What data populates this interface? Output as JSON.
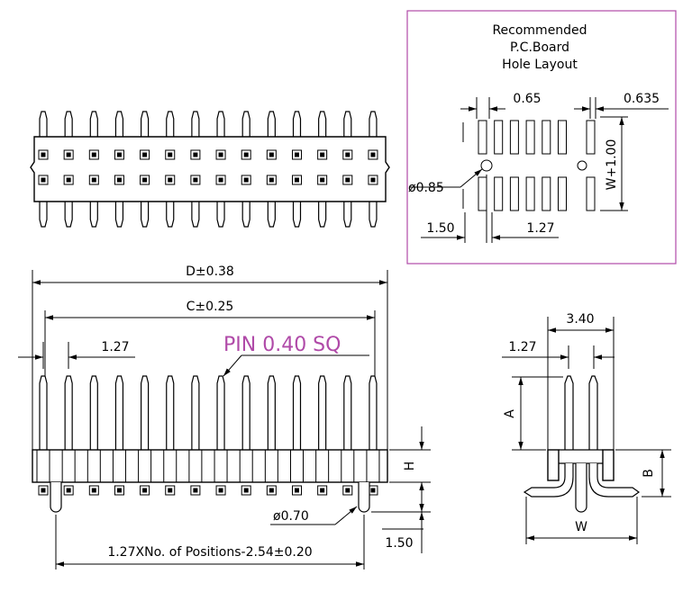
{
  "pcb_layout": {
    "title_line1": "Recommended",
    "title_line2": "P.C.Board",
    "title_line3": "Hole Layout",
    "dim_pad_width": "0.65",
    "dim_offset": "0.635",
    "dim_hole": "ø0.85",
    "dim_edge": "1.50",
    "dim_pitch": "1.27",
    "dim_row": "W+1.00",
    "border_color": "#b04aa8"
  },
  "front_view": {
    "dim_d": "D±0.38",
    "dim_c": "C±0.25",
    "dim_pitch": "1.27",
    "pin_callout": "PIN 0.40 SQ",
    "pin_callout_color": "#b04aa8",
    "dim_h": "H",
    "dim_post": "ø0.70",
    "dim_post_len": "1.50",
    "dim_formula": "1.27XNo. of Positions-2.54±0.20"
  },
  "side_view": {
    "dim_width": "3.40",
    "dim_pitch": "1.27",
    "dim_a": "A",
    "dim_b": "B",
    "dim_w": "W"
  }
}
